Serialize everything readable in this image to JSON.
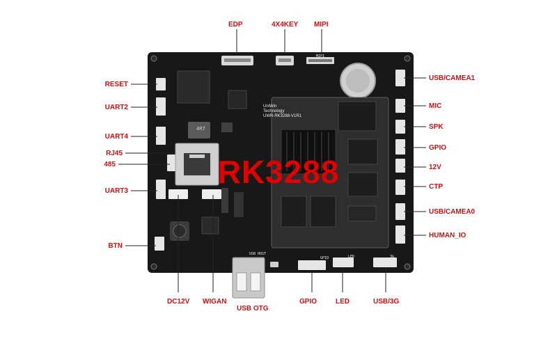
{
  "chip_label": "RK3288",
  "brand": {
    "line1": "UniWin",
    "line2": "Technology",
    "part": "UWR-RK3288-V1R1"
  },
  "silkscreen": {
    "usb_host": "USB HOST",
    "mipi": "MIPI",
    "gpio": "GPIO",
    "led": "LED",
    "usb3g": "3G",
    "chip_marking": "4R7"
  },
  "labels": {
    "edp": "EDP",
    "key4x4": "4X4KEY",
    "mipi": "MIPI",
    "reset": "RESET",
    "uart2": "UART2",
    "uart4": "UART4",
    "rj45": "RJ45",
    "rs485": "485",
    "uart3": "UART3",
    "btn": "BTN",
    "usb_camea1": "USB/CAMEA1",
    "mic": "MIC",
    "spk": "SPK",
    "gpio_right": "GPIO",
    "v12": "12V",
    "ctp": "CTP",
    "usb_camea0": "USB/CAMEA0",
    "human_io": "HUMAN_IO",
    "dc12v": "DC12V",
    "wigan": "WIGAN",
    "usb_otg": "USB OTG",
    "gpio_bottom": "GPIO",
    "led": "LED",
    "usb3g": "USB/3G"
  },
  "colors": {
    "label_red": "#cc1111",
    "chip_red": "#e00000",
    "board": "#181818",
    "line": "#222222"
  }
}
